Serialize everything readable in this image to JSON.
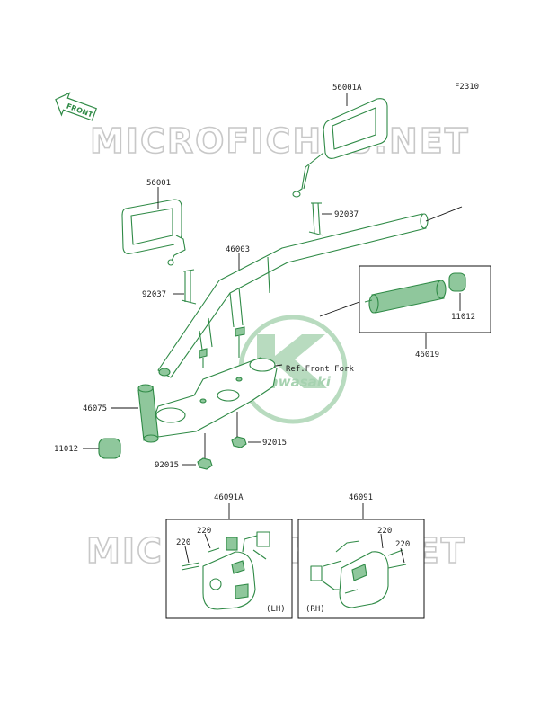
{
  "figure_code": "F2310",
  "front_label": "FRONT",
  "watermark": "MICROFICHES.NET",
  "logo_text": "Kawasaki",
  "callouts": {
    "mirror_right": "56001A",
    "mirror_left": "56001",
    "clamp_right": "92037",
    "clamp_left": "92037",
    "handlebar": "46003",
    "grip_right": "46019",
    "end_weight_right": "11012",
    "grip_left": "46075",
    "end_weight_left": "11012",
    "nut_right": "92015",
    "nut_left": "92015",
    "ref_front_fork": "Ref.Front Fork",
    "switch_left": "46091A",
    "switch_right": "46091",
    "screw_lh_a": "220",
    "screw_lh_b": "220",
    "screw_rh_a": "220",
    "screw_rh_b": "220",
    "side_lh": "(LH)",
    "side_rh": "(RH)"
  },
  "colors": {
    "part_stroke": "#2f8a46",
    "part_fill": "#8fc79c",
    "watermark": "#c8c8c8",
    "logo": "#7fbf8c"
  }
}
